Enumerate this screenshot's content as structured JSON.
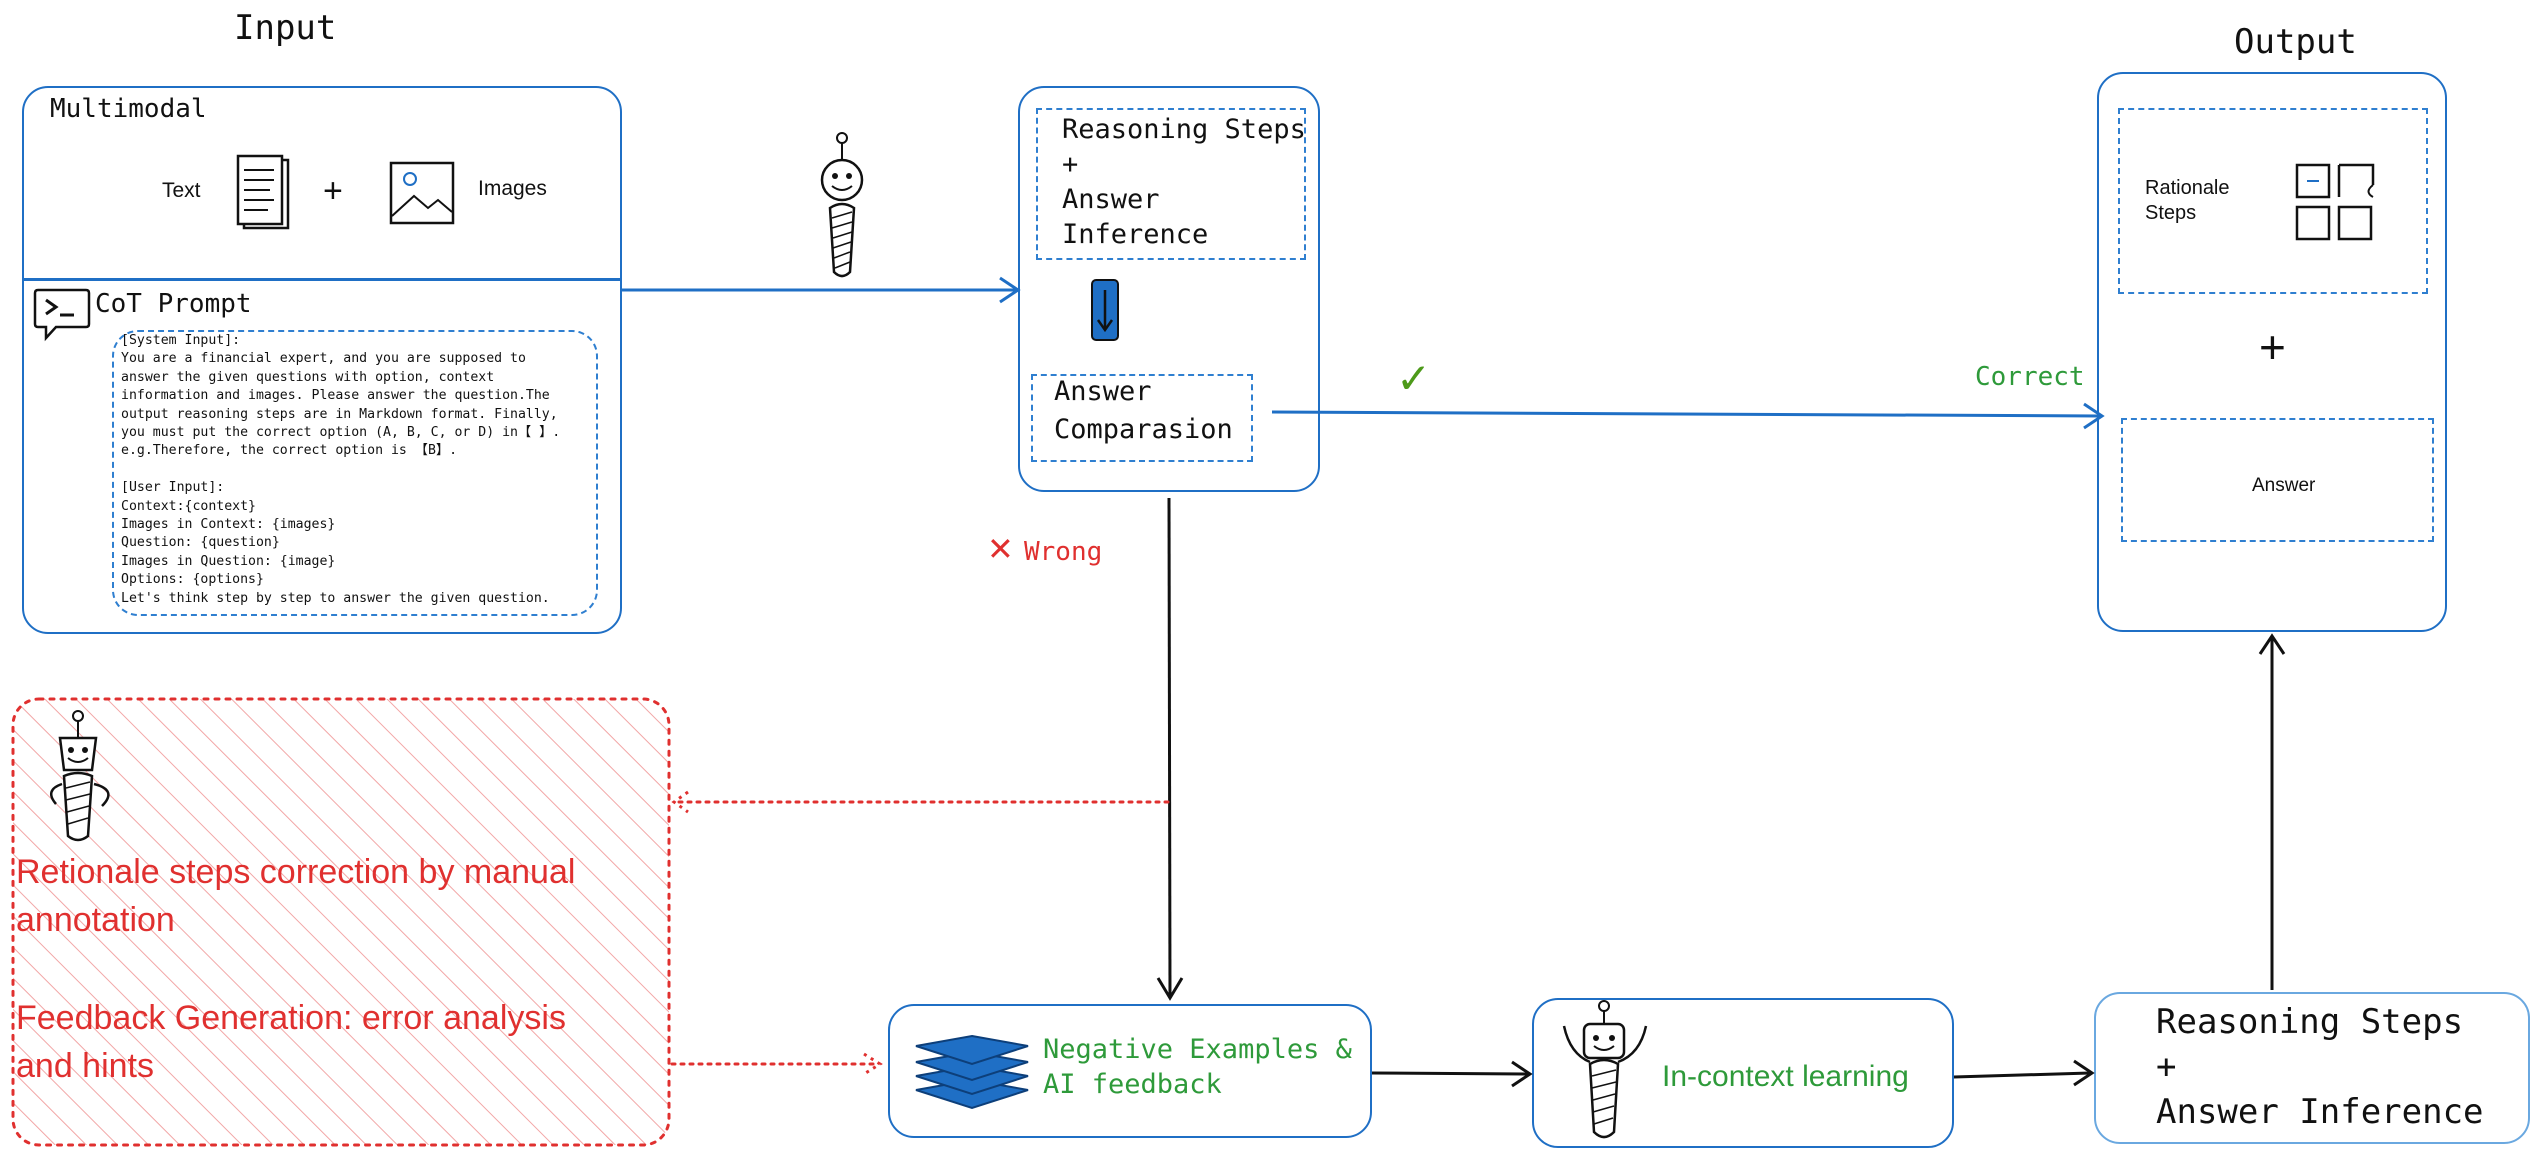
{
  "input": {
    "title": "Input",
    "multimodal_label": "Multimodal",
    "text_label": "Text",
    "plus": "+",
    "images_label": "Images",
    "cot_label": "CoT Prompt",
    "prompt_lines": [
      "[System Input]:",
      "You are a financial expert, and you are supposed to",
      "answer the given questions with option, context",
      "information and images. Please answer the question.The",
      "output reasoning steps are in Markdown format. Finally,",
      "you must put the correct option (A, B, C, or D) in【 】.",
      "e.g.Therefore, the correct option is 【B】.",
      "",
      "[User Input]:",
      "Context:{context}",
      "Images in Context: {images}",
      "Question: {question}",
      "Images in Question: {image}",
      "Options: {options}",
      "Let's think step by step to answer the given question."
    ]
  },
  "center": {
    "reasoning_title_lines": [
      "Reasoning Steps",
      "+",
      "Answer",
      "Inference"
    ],
    "comparison_lines": [
      "Answer",
      "Comparasion"
    ],
    "correct_label": "Correct",
    "wrong_label": "Wrong",
    "check_mark": "✓",
    "cross_mark": "✕"
  },
  "output": {
    "title": "Output",
    "rationale_lines": [
      "Rationale",
      "Steps"
    ],
    "plus": "+",
    "answer_label": "Answer"
  },
  "feedback": {
    "correction_lines": [
      "Retionale steps correction by manual",
      "annotation"
    ],
    "generation_lines": [
      "Feedback Generation: error analysis",
      "and hints"
    ]
  },
  "bottom": {
    "negative_lines": [
      "Negative Examples &",
      "AI feedback"
    ],
    "icl_label": "In-context learning",
    "reasoning_lines": [
      "Reasoning Steps",
      "+",
      "Answer Inference"
    ]
  },
  "colors": {
    "blue": "#1f6fc5",
    "red": "#e0302f",
    "green": "#2e9a3a",
    "black": "#111111"
  }
}
